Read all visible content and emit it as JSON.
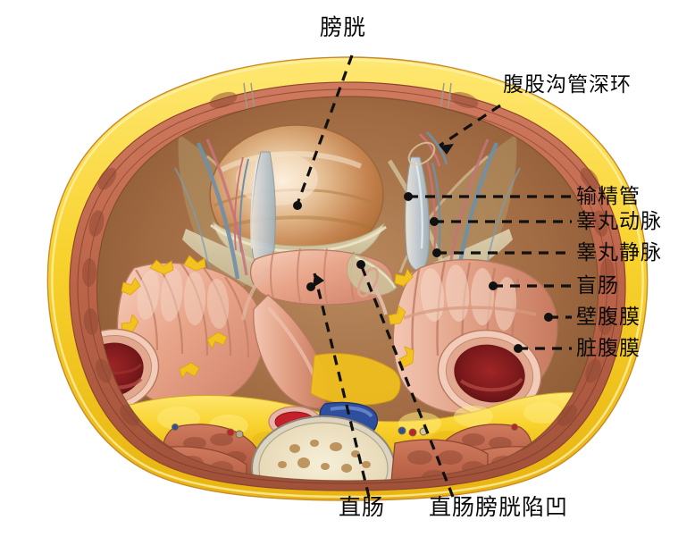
{
  "figure": {
    "kind": "anatomical-illustration",
    "subject": "male-pelvis-transverse-section",
    "background_color": "#ffffff"
  },
  "labels": {
    "bladder": "膀胱",
    "deep_inguinal_ring": "腹股沟管深环",
    "vas_deferens": "输精管",
    "testicular_artery": "睾丸动脉",
    "testicular_vein": "睾丸静脉",
    "cecum": "盲肠",
    "parietal_peritoneum": "壁腹膜",
    "visceral_peritoneum": "脏腹膜",
    "rectum": "直肠",
    "rectovesical_pouch": "直肠膀胱陷凹"
  },
  "palette": {
    "leader_line": "#111111",
    "subcutaneous_fat": "#f7d22a",
    "fat_deep": "#f2c01d",
    "muscle_red": "#c06a52",
    "muscle_dark": "#a85440",
    "bowel_pink": "#e9a58d",
    "bowel_light": "#f0c3b0",
    "bladder_tan": "#c98a5e",
    "bladder_high": "#f2ddc0",
    "peritoneum": "#cfc9a8",
    "artery_red": "#c4202a",
    "vein_blue": "#2f4f9e",
    "bone_marrow": "#efe4c8",
    "mucosa_dark": "#8e1f20",
    "vessel_blue": "#6f8fa8",
    "skin_line": "#b8763f"
  }
}
